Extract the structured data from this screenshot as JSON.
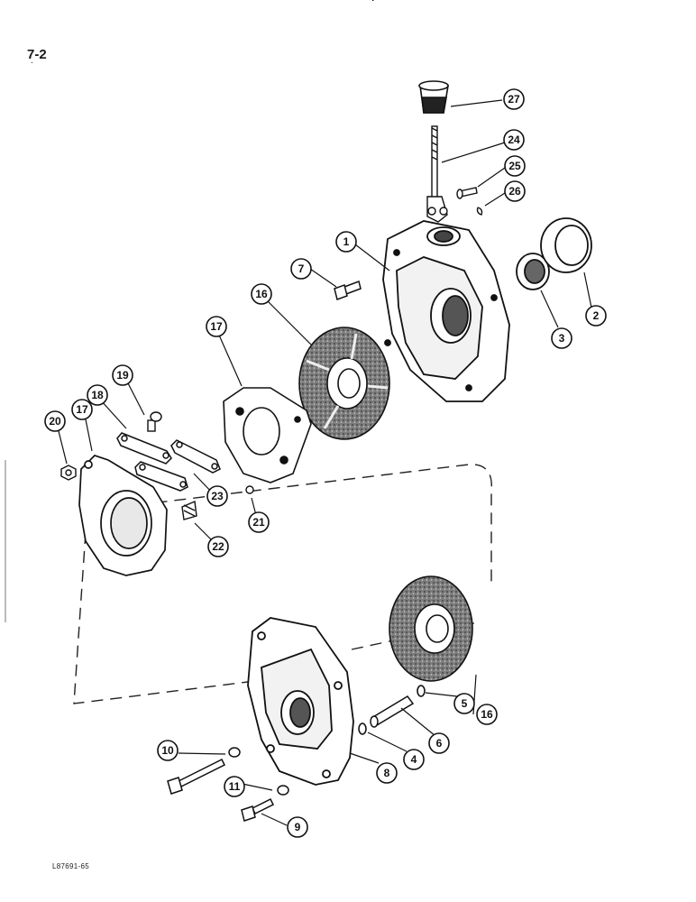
{
  "page": {
    "page_number": "7-2",
    "figure_code": "L87691-65"
  },
  "callouts": [
    {
      "label": "27"
    },
    {
      "label": "24"
    },
    {
      "label": "25"
    },
    {
      "label": "26"
    },
    {
      "label": "1"
    },
    {
      "label": "7"
    },
    {
      "label": "16"
    },
    {
      "label": "17"
    },
    {
      "label": "19"
    },
    {
      "label": "18"
    },
    {
      "label": "20"
    },
    {
      "label": "17"
    },
    {
      "label": "23"
    },
    {
      "label": "21"
    },
    {
      "label": "22"
    },
    {
      "label": "3"
    },
    {
      "label": "2"
    },
    {
      "label": "16"
    },
    {
      "label": "5"
    },
    {
      "label": "6"
    },
    {
      "label": "4"
    },
    {
      "label": "8"
    },
    {
      "label": "10"
    },
    {
      "label": "11"
    },
    {
      "label": "9"
    }
  ]
}
